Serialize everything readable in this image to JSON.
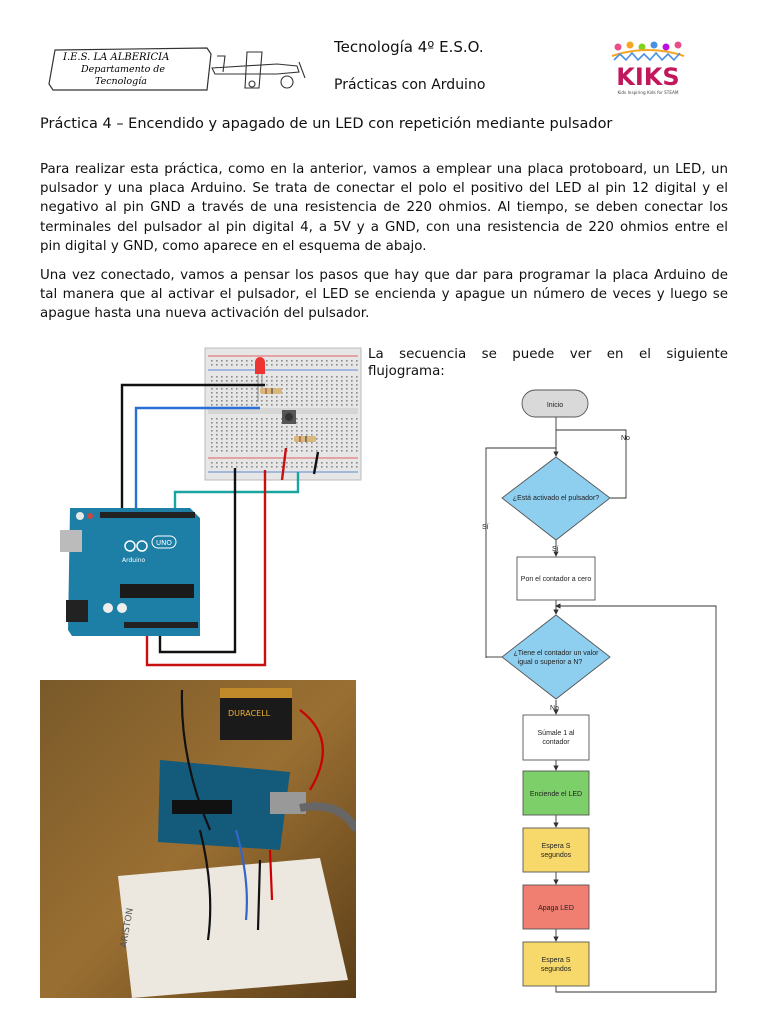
{
  "header": {
    "school_line1": "I.E.S. LA ALBERICIA",
    "school_line2": "Departamento de",
    "school_line3": "Tecnología",
    "title_line1": "Tecnología 4º E.S.O.",
    "title_line2": "Prácticas con Arduino",
    "kiks_logo_text": "KIKS",
    "kiks_tagline": "Kids Inspiring Kids for STEAM"
  },
  "practice_title": "Práctica 4 – Encendido y apagado de un LED con repetición mediante pulsador",
  "paragraph1": [
    "Para realizar esta práctica, como en la anterior, vamos a emplear una placa protoboard, un LED, un",
    "pulsador y una placa Arduino. Se trata de conectar el polo el positivo del LED al pin 12 digital y el",
    "negativo al pin GND a través de una resistencia de 220 ohmios. Al tiempo, se deben conectar los",
    "terminales del pulsador al pin digital 4, a 5V y a GND, con una resistencia de 220 ohmios entre el",
    "pin digital y GND, como aparece en el esquema de abajo."
  ],
  "paragraph2": [
    "Una vez conectado, vamos a pensar los pasos que hay que dar para programar la placa Arduino de",
    "tal manera que al activar el pulsador, el LED se encienda y apague un número de veces y luego se",
    "apague hasta una nueva activación del pulsador."
  ],
  "sequence_text": [
    "La secuencia se puede ver en el siguiente",
    "flujograma:"
  ],
  "circuit": {
    "board_brand": "Arduino",
    "board_model": "UNO"
  },
  "photo": {
    "battery_brand": "DURACELL",
    "breadboard_brand": "ARISTON"
  },
  "flowchart": {
    "start": "Inicio",
    "decision1": "¿Está activado el pulsador?",
    "no_label1": "No",
    "si_label1": "Sí",
    "si_label2": "Sí",
    "step_reset": "Pon el contador a cero",
    "decision2_line1": "¿Tiene el contador un valor",
    "decision2_line2": "igual o superior a   N?",
    "no_label2": "No",
    "step_add_line1": "Súmale 1 al",
    "step_add_line2": "contador",
    "step_on": "Enciende el LED",
    "step_wait1_line1": "Espera S",
    "step_wait1_line2": "segundos",
    "step_off": "Apaga LED",
    "step_wait2_line1": "Espera S",
    "step_wait2_line2": "segundos",
    "colors": {
      "start": "#d9d9d9",
      "decision": "#8ecff0",
      "on": "#7dcf6a",
      "wait": "#f7d96b",
      "off": "#f07f72"
    }
  }
}
